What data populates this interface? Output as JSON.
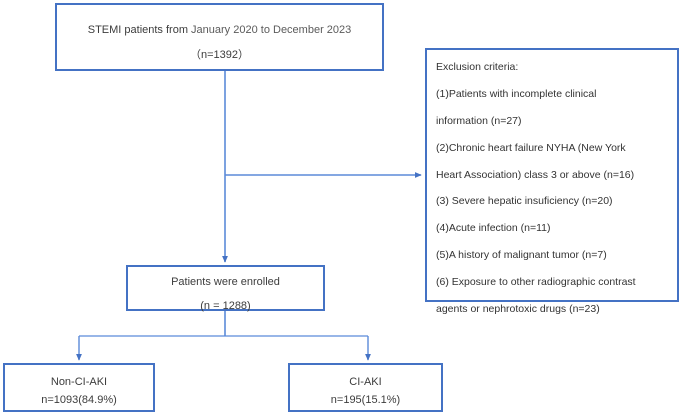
{
  "diagram": {
    "title": "STEMI patient enrollment flow diagram",
    "accent_color": "#4472C4",
    "text_color": "#3c3c3c",
    "background": "#ffffff"
  },
  "nodes": {
    "cohort": {
      "line1_prefix": "STEMI patients from ",
      "line1_period": "January 2020 to December 2023",
      "line2": "（n=1392）"
    },
    "exclusion": {
      "heading": "Exclusion criteria:",
      "items": [
        "(1)Patients with incomplete clinical",
        "information (n=27)",
        "(2)Chronic heart failure NYHA (New York",
        "Heart Association) class 3 or above (n=16)",
        "(3) Severe hepatic insuficiency (n=20)",
        "(4)Acute infection (n=11)",
        "(5)A history of malignant tumor (n=7)",
        "(6) Exposure to other radiographic contrast",
        "agents or nephrotoxic drugs (n=23)"
      ]
    },
    "enrolled": {
      "line1": "Patients were enrolled",
      "line2": "(n = 1288)"
    },
    "non_ci_aki": {
      "line1": "Non-CI-AKI",
      "line2": "n=1093(84.9%)"
    },
    "ci_aki": {
      "line1": "CI-AKI",
      "line2": "n=195(15.1%)"
    }
  }
}
